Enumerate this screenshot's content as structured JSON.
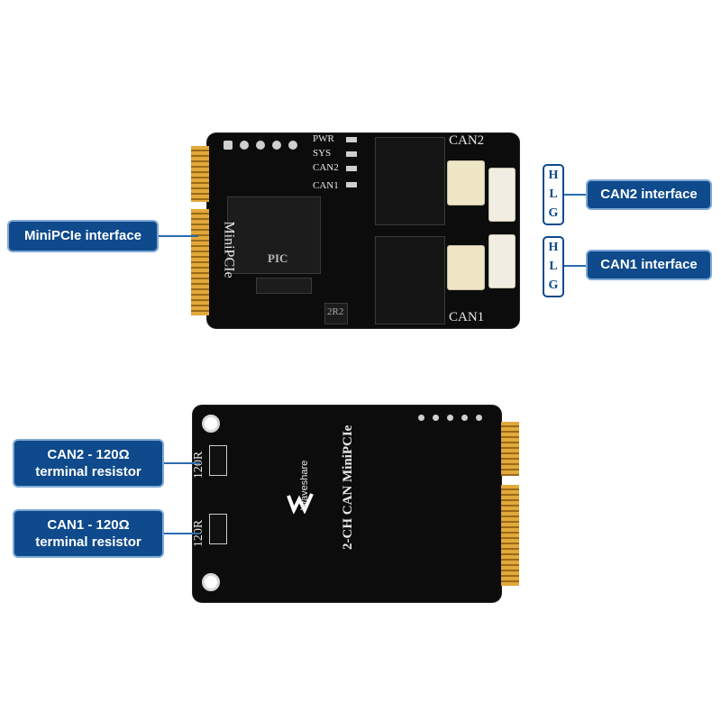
{
  "top_board": {
    "silk": {
      "pwr": "PWR",
      "sys": "SYS",
      "can2_led": "CAN2",
      "can1_led": "CAN1",
      "can2_port": "CAN2",
      "can1_port": "CAN1",
      "minipcie": "MiniPCIe",
      "ic_marking": "PIC",
      "inductor": "2R2"
    }
  },
  "bottom_board": {
    "silk": {
      "r1": "120R",
      "r2": "120R",
      "brand": "Waveshare",
      "product": "2-CH CAN MiniPCIe"
    }
  },
  "callouts": {
    "minipcie_interface": "MiniPCIe interface",
    "can2_interface": "CAN2 interface",
    "can1_interface": "CAN1 interface",
    "can2_resistor_line1": "CAN2 - 120Ω",
    "can2_resistor_line2": "terminal resistor",
    "can1_resistor_line1": "CAN1 - 120Ω",
    "can1_resistor_line2": "terminal resistor"
  },
  "hlg_labels": [
    "H",
    "L",
    "G"
  ],
  "colors": {
    "callout_bg": "#0e4a8c",
    "pcb": "#0c0c0c",
    "gold_finger": "#e2a93a"
  }
}
